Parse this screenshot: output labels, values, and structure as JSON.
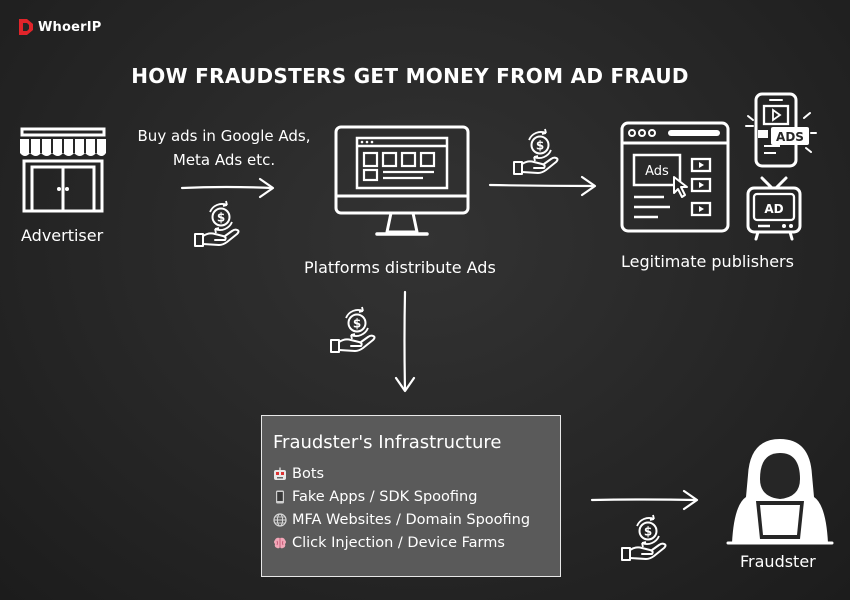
{
  "brand": {
    "name": "WhoerIP",
    "color": "#e0242a"
  },
  "title": "HOW FRAUDSTERS GET MONEY FROM AD FRAUD",
  "nodes": {
    "advertiser": "Advertiser",
    "platforms": "Platforms distribute Ads",
    "publishers": "Legitimate publishers",
    "fraudster": "Fraudster"
  },
  "edges": {
    "buy_ads": "Buy ads in Google Ads, Meta Ads etc."
  },
  "screen_badges": {
    "ads_window": "Ads",
    "ads_phone": "ADS",
    "ad_tv": "AD"
  },
  "infrastructure": {
    "title": "Fraudster's Infrastructure",
    "items": [
      {
        "icon": "robot-icon",
        "label": "Bots"
      },
      {
        "icon": "phone-icon",
        "label": "Fake Apps / SDK Spoofing"
      },
      {
        "icon": "globe-icon",
        "label": "MFA Websites / Domain Spoofing"
      },
      {
        "icon": "brain-icon",
        "label": "Click Injection / Device Farms"
      }
    ]
  },
  "colors": {
    "background": "#262626",
    "infra_box": "#5a5a5a",
    "ink": "#ffffff"
  }
}
